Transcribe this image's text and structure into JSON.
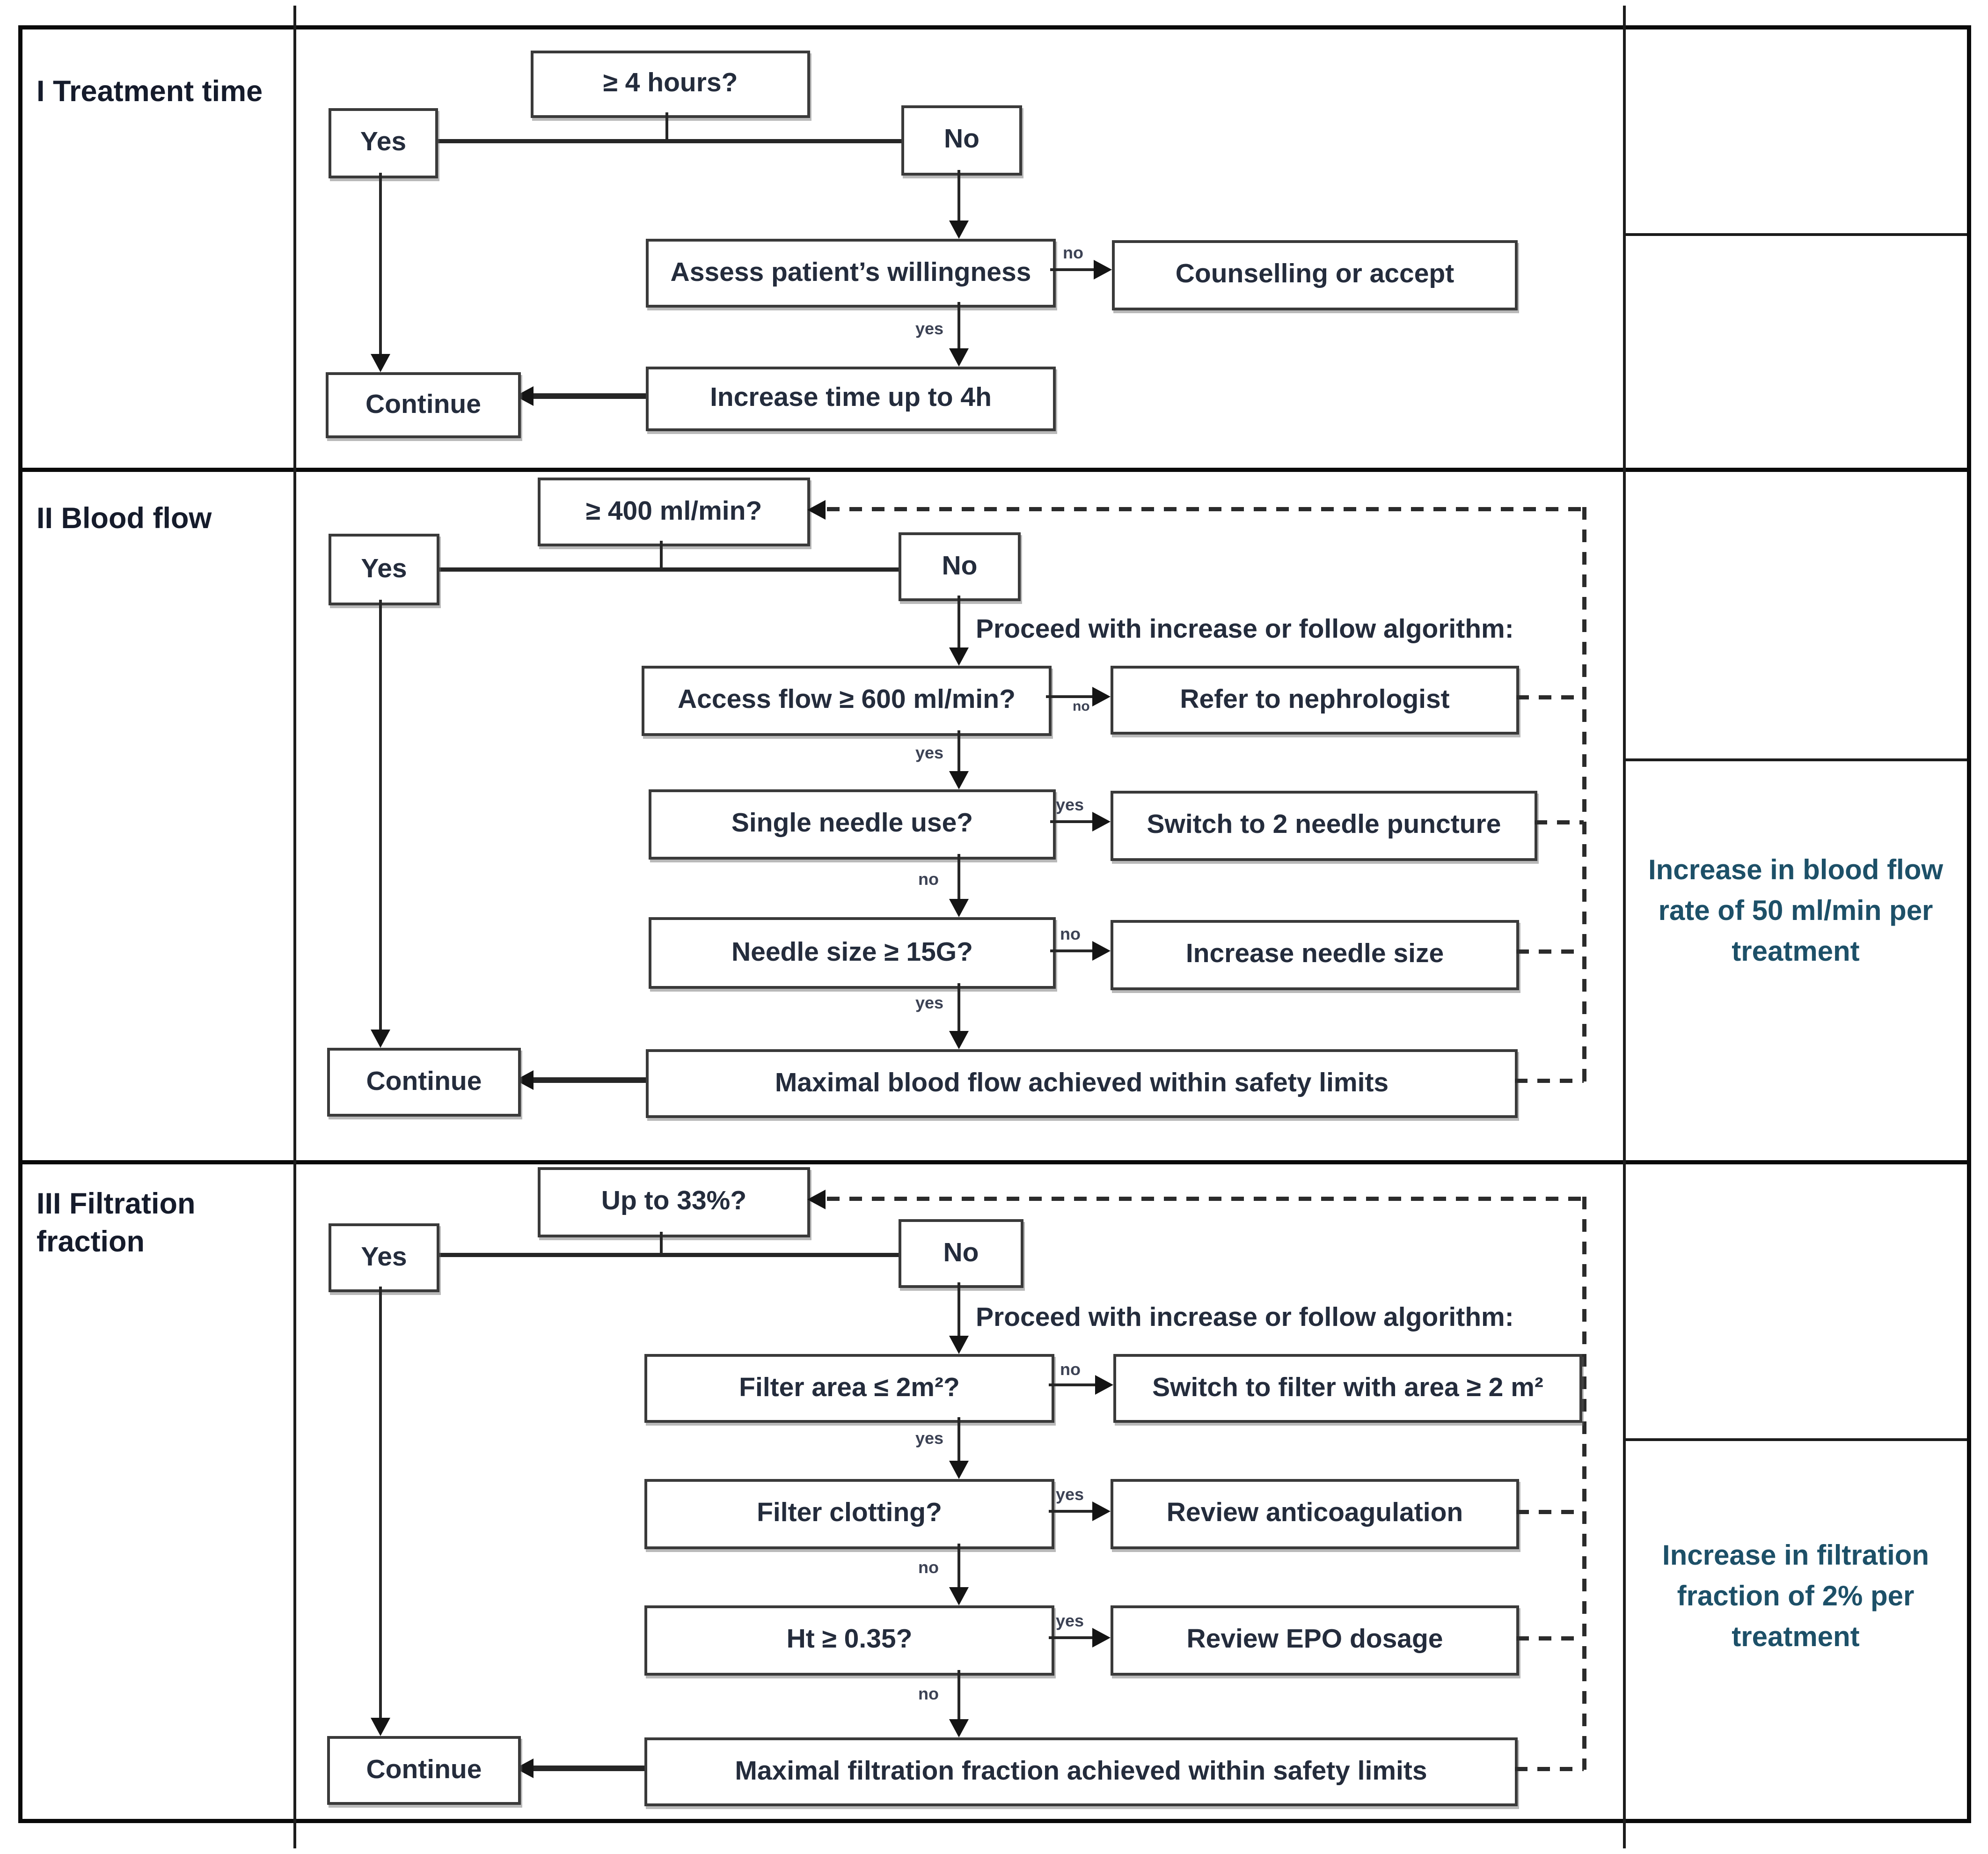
{
  "colors": {
    "text": "#242c3c",
    "label": "#151b2b",
    "note": "#1d5068",
    "line": "#262626",
    "table": "#0a0a0a"
  },
  "sections": [
    {
      "row_label": "I Treatment time",
      "question": "≥ 4 hours?",
      "yes": "Yes",
      "no": "No",
      "continue": "Continue",
      "assess": "Assess patient’s willingness",
      "assess_no_label": "no",
      "counselling": "Counselling or accept",
      "assess_yes_label": "yes",
      "increase_time": "Increase time up to 4h",
      "note": ""
    },
    {
      "row_label": "II Blood flow",
      "question": "≥ 400 ml/min?",
      "yes": "Yes",
      "no": "No",
      "continue": "Continue",
      "proceed": "Proceed with increase or follow algorithm:",
      "steps": [
        {
          "q": "Access flow ≥ 600 ml/min?",
          "side_label": "no",
          "action": "Refer to nephrologist",
          "down_label": "yes"
        },
        {
          "q": "Single needle use?",
          "side_label": "yes",
          "action": "Switch to 2 needle puncture",
          "down_label": "no"
        },
        {
          "q": "Needle size ≥ 15G?",
          "side_label": "no",
          "action": "Increase needle size",
          "down_label": "yes"
        }
      ],
      "final": "Maximal blood flow achieved within safety limits",
      "note": "Increase in blood flow rate of 50 ml/min per treatment"
    },
    {
      "row_label": "III Filtration fraction",
      "question": "Up to 33%?",
      "yes": "Yes",
      "no": "No",
      "continue": "Continue",
      "proceed": "Proceed with increase or follow algorithm:",
      "steps": [
        {
          "q": "Filter area ≤ 2m²?",
          "side_label": "no",
          "action": "Switch to filter with area ≥ 2 m²",
          "down_label": "yes"
        },
        {
          "q": "Filter clotting?",
          "side_label": "yes",
          "action": "Review anticoagulation",
          "down_label": "no"
        },
        {
          "q": "Ht ≥ 0.35?",
          "side_label": "yes",
          "action": "Review EPO dosage",
          "down_label": "no"
        }
      ],
      "final": "Maximal filtration fraction achieved within safety limits",
      "note": "Increase in filtration fraction of 2% per treatment"
    }
  ]
}
